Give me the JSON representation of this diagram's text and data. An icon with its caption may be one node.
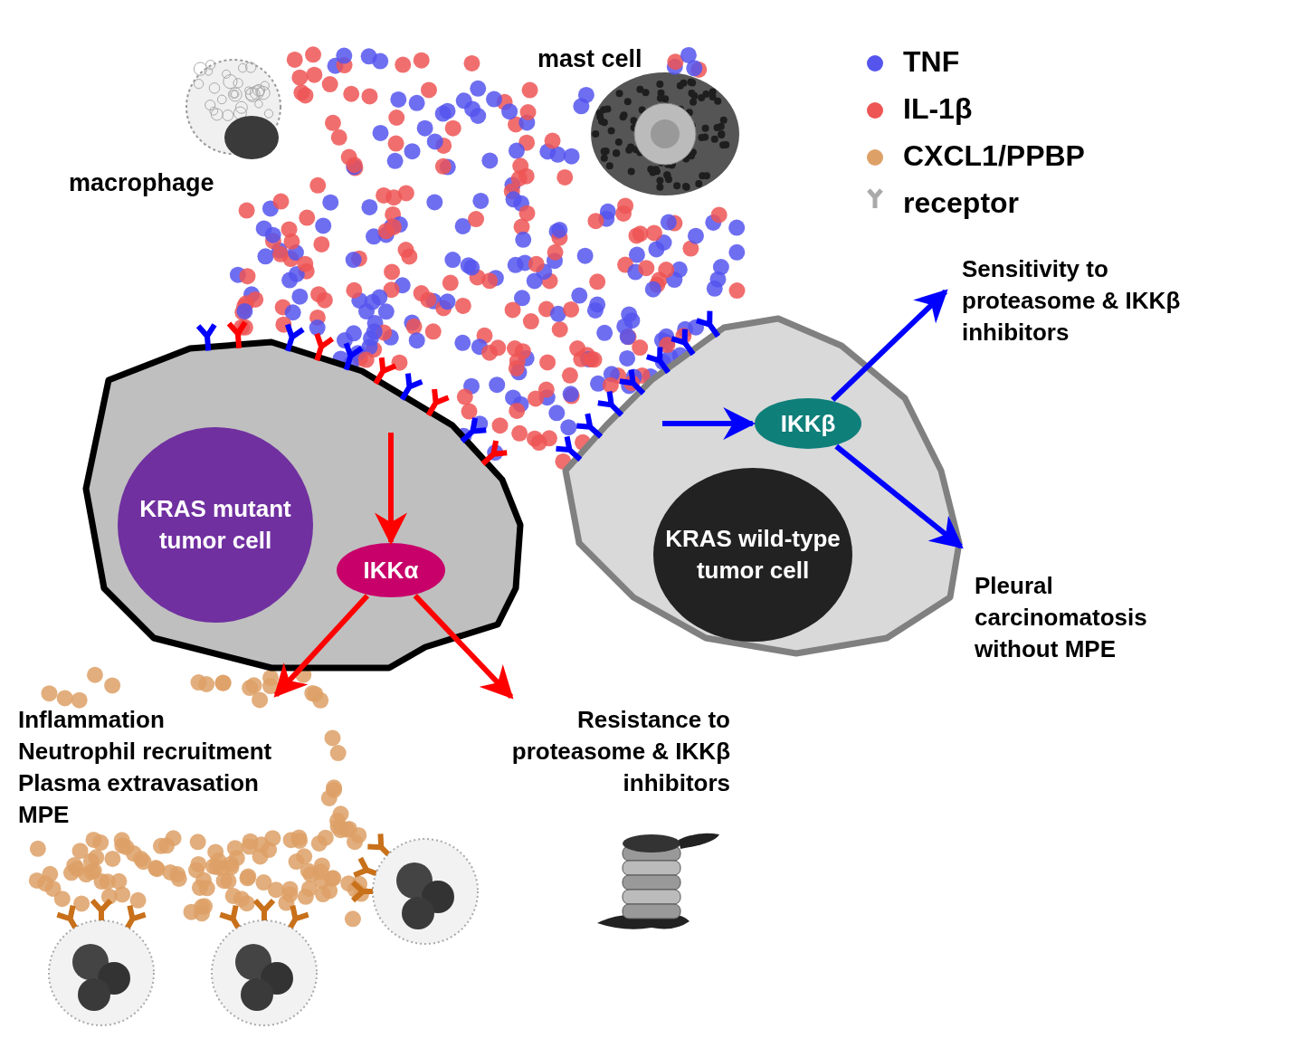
{
  "diagram": {
    "nodes": [
      {
        "text": [],
        "shape": "polygon"
      },
      {
        "text": [
          "KRAS mutant tumor cell"
        ],
        "in": 0
      },
      {
        "text": [
          "IKKα"
        ],
        "in": 0
      },
      {
        "text": [],
        "shape": "polygon"
      },
      {
        "text": [
          "IKKβ"
        ],
        "in": 3
      },
      {
        "text": [
          "KRAS wild-type tumor cell"
        ],
        "in": 3
      },
      {
        "text": [
          "Inflammation",
          "Neutrophil recruitment",
          "Plasma extravasation",
          "MPE"
        ]
      },
      {
        "text": [
          "Resistance to proteasome & IKKβ inhibitors"
        ]
      },
      {
        "text": [
          "Sensitivity to proteasome & IKKβ inhibitors"
        ]
      },
      {
        "text": [
          "Pleural carcinomatosis without MPE"
        ]
      }
    ],
    "edges": [
      {
        "from": null,
        "to": 2,
        "arrow": "to",
        "color": "#ff0000"
      },
      {
        "from": 2,
        "to": 6,
        "arrow": "to",
        "color": "#ff0000"
      },
      {
        "from": 2,
        "to": 7,
        "arrow": "to",
        "color": "#ff0000"
      },
      {
        "from": null,
        "to": 4,
        "arrow": "to",
        "color": "#0000ff"
      },
      {
        "from": 4,
        "to": 8,
        "arrow": "to",
        "color": "#0000ff"
      },
      {
        "from": 4,
        "to": 9,
        "arrow": "to",
        "color": "#0000ff"
      }
    ],
    "labels": [
      "mast cell",
      "macrophage"
    ],
    "legend": [
      {
        "text": "TNF",
        "color": "#5555ee"
      },
      {
        "text": "IL-1β",
        "color": "#ee5555"
      },
      {
        "text": "CXCL1/PPBP",
        "color": "#dda066"
      },
      {
        "text": "receptor"
      }
    ]
  }
}
